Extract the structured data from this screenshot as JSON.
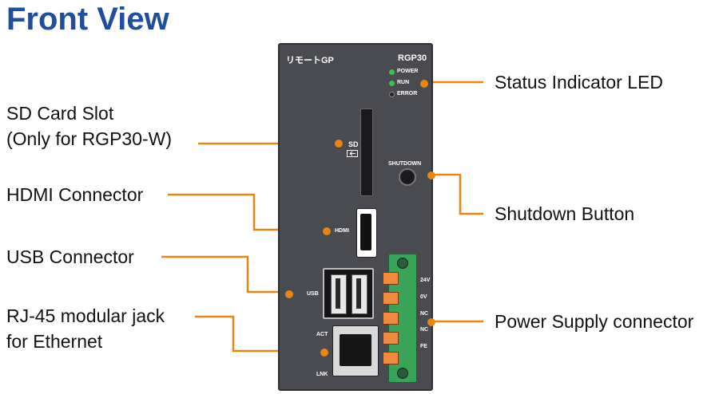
{
  "title": "Front View",
  "callouts": {
    "sd_line1": "SD Card Slot",
    "sd_line2": "(Only for RGP30-W)",
    "hdmi": "HDMI Connector",
    "usb": "USB Connector",
    "rj45_line1": "RJ-45 modular jack",
    "rj45_line2": "for Ethernet",
    "status_led": "Status Indicator LED",
    "shutdown": "Shutdown Button",
    "power_supply": "Power Supply connector"
  },
  "device": {
    "brand": "リモートGP",
    "model": "RGP30",
    "leds": [
      "POWER",
      "RUN",
      "ERROR"
    ],
    "sd_label": "SD",
    "shutdown_label": "SHUTDOWN",
    "hdmi_label": "HDMI",
    "usb_label": "USB",
    "act_label": "ACT",
    "lnk_label": "LNK",
    "terminals": [
      "24V",
      "0V",
      "NC",
      "NC",
      "FE"
    ]
  },
  "colors": {
    "title": "#1f4e9c",
    "callout_line": "#e8860f",
    "device_body": "#4a4b50",
    "led_on": "#37c24a",
    "led_off": "#222222",
    "terminal_block": "#3aa35a",
    "terminal_screw": "#f08a3c"
  }
}
